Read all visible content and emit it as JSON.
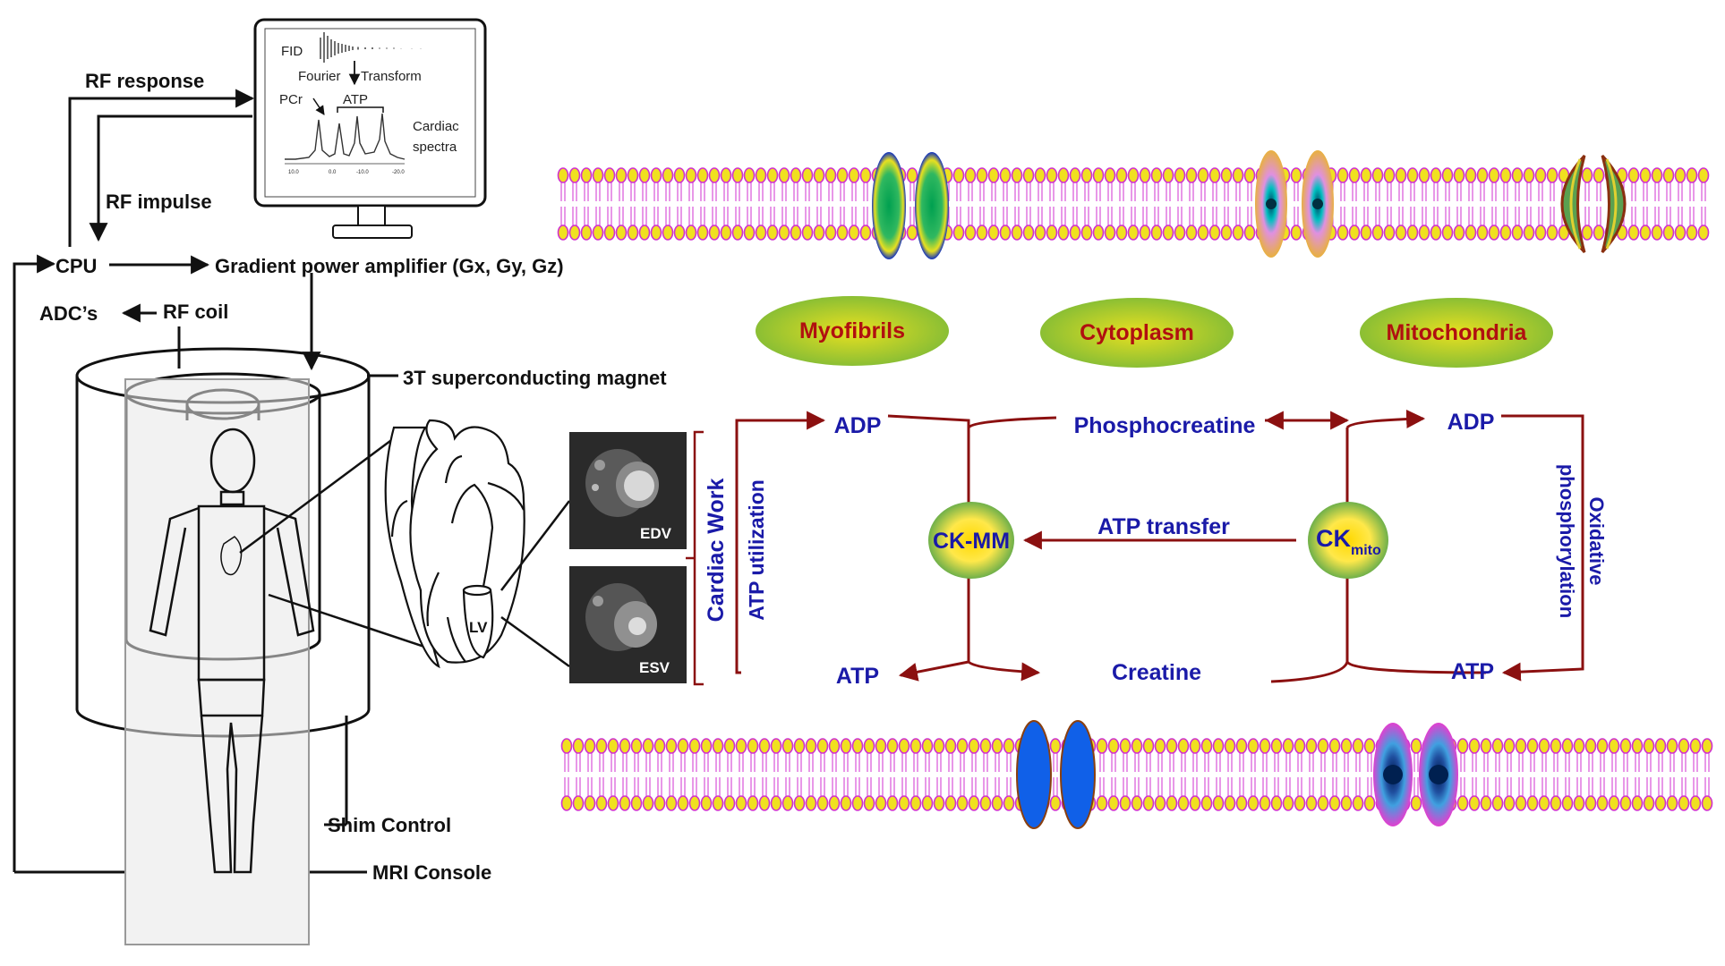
{
  "mri": {
    "rf_response": "RF response",
    "rf_impulse": "RF impulse",
    "cpu": "CPU",
    "gradient": "Gradient power  amplifier (Gx, Gy, Gz)",
    "adcs": "ADC’s",
    "rf_coil": "RF coil",
    "magnet": "3T superconducting magnet",
    "shim": "Shim Control",
    "console": "MRI Console",
    "lv": "LV",
    "edv": "EDV",
    "esv": "ESV"
  },
  "monitor": {
    "fid": "FID",
    "fourier": "Fourier",
    "transform": "Transform",
    "pcr": "PCr",
    "atp": "ATP",
    "cardiac": "Cardiac",
    "spectra": "spectra",
    "ticks": [
      "10.0",
      "0.0",
      "-10.0",
      "-20.0"
    ]
  },
  "compartments": {
    "myofibrils": "Myofibrils",
    "cytoplasm": "Cytoplasm",
    "mitochondria": "Mitochondria"
  },
  "pathway": {
    "cardiac_work": "Cardiac Work",
    "atp_utilization": "ATP utilization",
    "adp_left": "ADP",
    "atp_left": "ATP",
    "phosphocreatine": "Phosphocreatine",
    "creatine": "Creatine",
    "atp_transfer": "ATP transfer",
    "ck_mm": "CK-MM",
    "ck_mito_main": "CK",
    "ck_mito_sub": "mito",
    "adp_right": "ADP",
    "atp_right": "ATP",
    "oxidative": "Oxidative",
    "phosphorylation": "phosphorylation"
  },
  "colors": {
    "label_blue": "#1a1aa8",
    "label_red": "#b01010",
    "arrow_red": "#8b1010",
    "lipid_head": "#f0e020",
    "lipid_outline": "#d030d0"
  }
}
